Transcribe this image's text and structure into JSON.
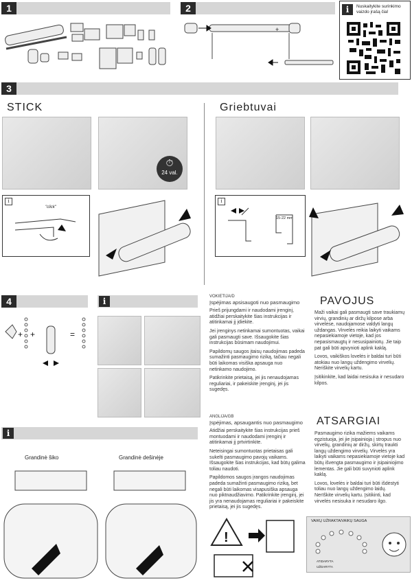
{
  "sections": {
    "s1_number": "1",
    "s2_number": "2",
    "s3_number": "3",
    "s4_number": "4"
  },
  "video_note": {
    "line1": "Nuskaitykite surinkimo",
    "line2": "vaizdo įrašą čia!"
  },
  "stick": {
    "title": "STICK",
    "timer_label": "24 val.",
    "click_label": "\"click\""
  },
  "grip": {
    "title": "Griebtuvai",
    "gap_label": "15-22 mm"
  },
  "chain": {
    "left_label": "Grandinė šiko",
    "right_label": "Grandinė dešinėje"
  },
  "warning_lt": {
    "lang_label": "VOKIETIJA/D",
    "heading": "Įspėjimas apsisaugoti nuo pasmaugimo",
    "p1": "Prieš prijungdami ir naudodami įrenginį, atidžiai perskaitykite šias instrukcijas ir atitinkamai jį įdiekite.",
    "p2": "Jei įrenginys netinkamai sumontuotas, vaikai gali pasmaugti save. Išsaugokite šias instrukcijas būsimam naudojimui.",
    "p3": "Papildomų saugos įtaisų naudojimas padeda sumažinti pasmaugimo riziką, tačiau negali būti laikomas visiška apsauga nuo netinkamo naudojimo.",
    "p4": "Patikrinkite prietaisą, jei jis nenaudojamas reguliariai, ir pakeiskite įrenginį, jei jis sugedęs."
  },
  "warning_gb": {
    "lang_label": "ANGLIJA/GB",
    "heading": "Įspėjimas, apsaugantis nuo pasmaugimo",
    "p1": "Atidžiai perskaitykite šias instrukcijas prieš montuodami ir naudodami įrenginį ir atitinkamai jį prtvirtinkite.",
    "p2": "Neteisingai sumontuotas prietaisas gali sukelti pasmaugimo pavojų vaikams. Išsaugokite šias instrukcijas, kad būtų galima toliau naudoti.",
    "p3": "Papildomos saugos įrangos naudojimas padeda sumažinti pasmaugimo riziką, bet negali būti laikomas visapusiška apsauga nuo piktnaudžiavimo. Patikrinkite įrenginį, jei jis yra nenaudojamas reguliariai ir pakeiskite prietaisą, jei jis sugedęs."
  },
  "pavojus": {
    "title": "PAVOJUS",
    "p1": "Maži vaikai gali pasmaugti save traukiamų virvių, grandinių ar diržų kilpose arba virvelėse, naudojamose valdyti langų uždangas. Virvelės reikia laikyti vaikams nepasiekiamoje vietoje, kad jos nepasismaugtų ir nesusipainiotų. Jie taip pat gali būti apvynioti aplink kaklą.",
    "p2": "Lovos, vaikiškos lovelės ir baldai turi būti atokiau nuo langų uždengimo virvelių. Neriškite virvelių kartu.",
    "p3": "Įsitikinkite, kad laidai nesisuka ir nesudaro kilpos."
  },
  "atsargiai": {
    "title": "ATSARGIAI",
    "p1": "Pasmaugimo rizika mažiems vaikams egzistuoja, jei jie įsipainioja į stropus nuo virvelių, grandinių ar diržų, skirtų traukti langų uždengimo virvelių. Virvelės yra laikyti vaikams nepasiekiamoje vietoje kad būtų išvengta pasmaugimo ir įsipainiojimo lementas. Jie gali būti suvynioti aplink kaklą.",
    "p2": "Lovos, lovelės ir baldai turi būti išdėstyti toliau nuo langų uždengimo laidų. NerIškite virvelių kartu. Įsitikinti, kad virvelės nesisuka ir nesudaro ilgo."
  },
  "safety_strip": {
    "label": "VAIKŲ UŽRAKTA/VAIKŲ SAUGA",
    "open_label": "ATIDARYTA",
    "closed_label": "UŽDARYTA"
  },
  "colors": {
    "header_bar": "#d6d6d6",
    "number_box": "#2b2b2b",
    "arrow": "#111111"
  }
}
